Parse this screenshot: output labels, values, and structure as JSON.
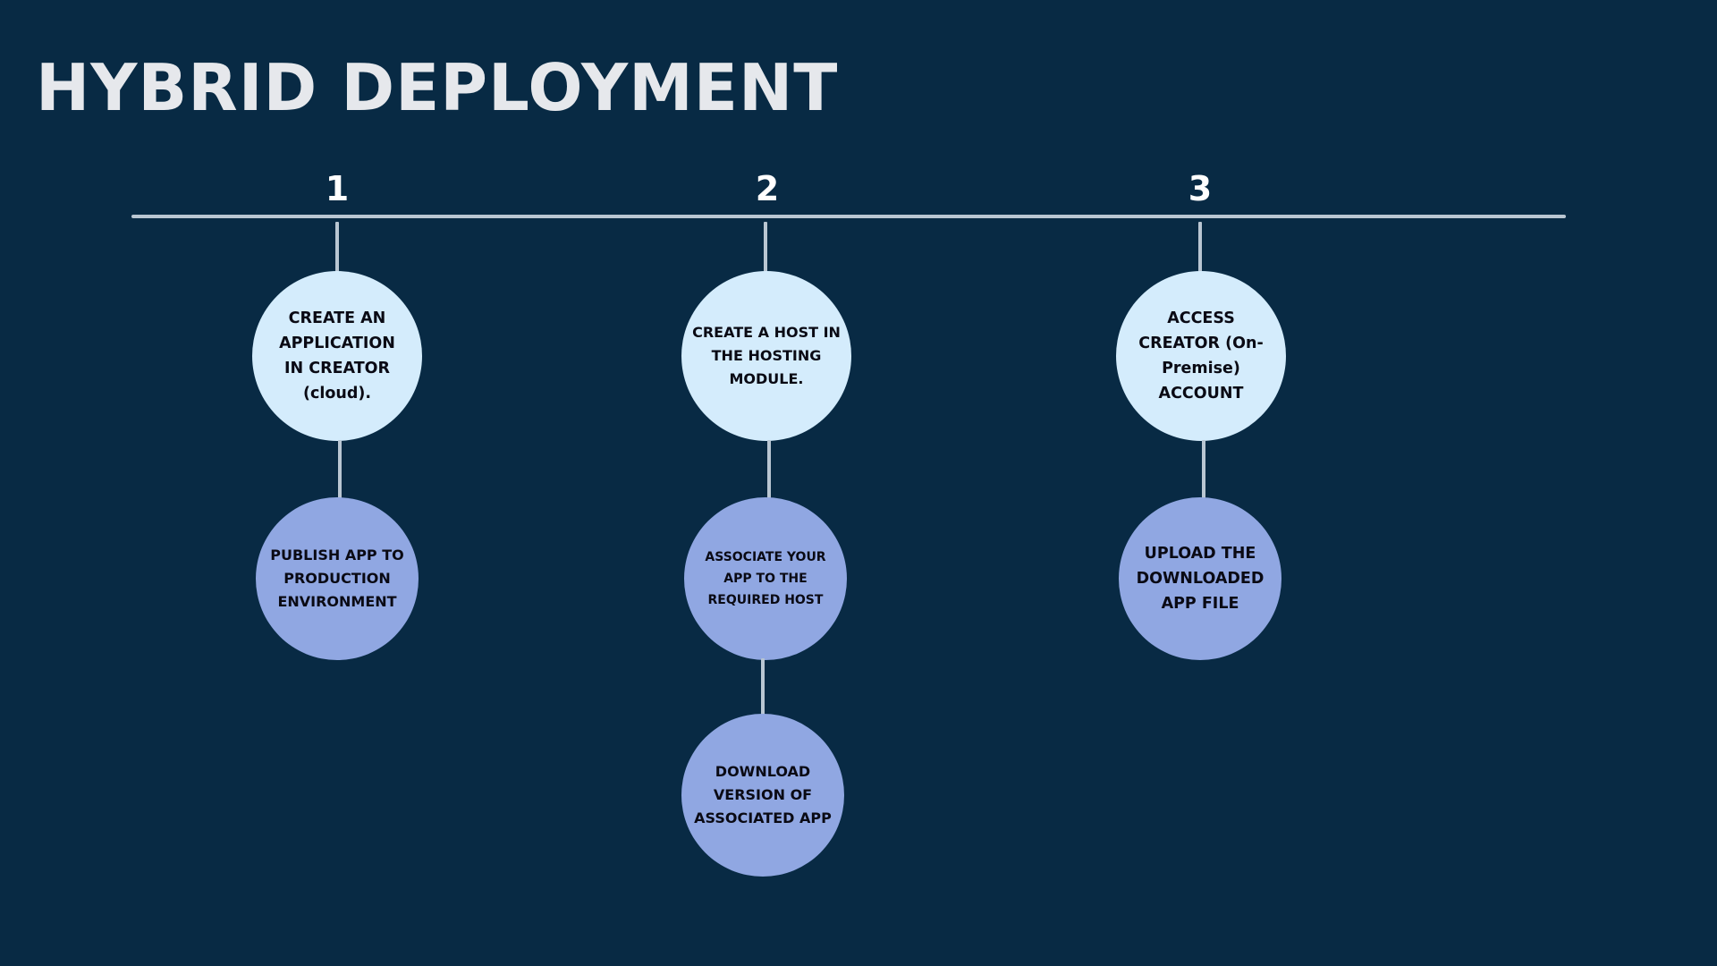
{
  "title": "HYBRID DEPLOYMENT",
  "colors": {
    "background": "#082a44",
    "title": "#e6e8ec",
    "line": "#b9c6d2",
    "step_number": "#ffffff",
    "primary_node": "#d4ecfc",
    "secondary_node": "#90a7e2"
  },
  "steps": [
    {
      "number": "1",
      "nodes": [
        "CREATE AN APPLICATION IN CREATOR (cloud).",
        "PUBLISH APP TO PRODUCTION ENVIRONMENT"
      ]
    },
    {
      "number": "2",
      "nodes": [
        "CREATE A  HOST IN THE HOSTING MODULE.",
        "ASSOCIATE YOUR APP TO THE REQUIRED HOST",
        "DOWNLOAD VERSION OF ASSOCIATED APP"
      ]
    },
    {
      "number": "3",
      "nodes": [
        "ACCESS CREATOR (On-Premise) ACCOUNT",
        "UPLOAD THE DOWNLOADED APP  FILE"
      ]
    }
  ]
}
